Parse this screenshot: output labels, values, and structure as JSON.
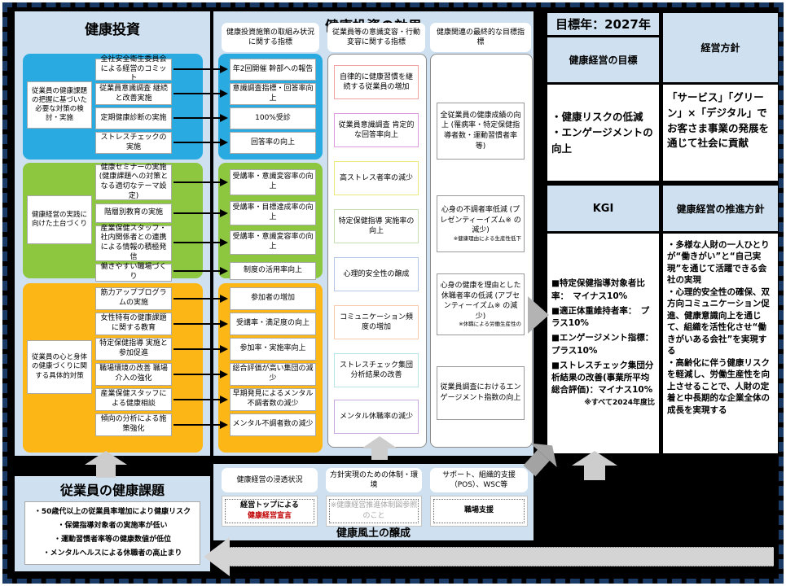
{
  "colors": {
    "panel_bg": "#cfe1f0",
    "group_blue": "#29abe2",
    "group_green": "#8dc63f",
    "group_orange": "#fcb615",
    "frame_dash": "#1a3a66",
    "declaration_red": "#c00000",
    "muted_gray": "#a6a6a6",
    "arrow_gray": "#cdcdcd",
    "col_b_borders": [
      "#f2a2a0",
      "#dd99dd",
      "#ece87a",
      "#c6e0b4",
      "#b4c7e7",
      "#f8cbad",
      "#b7e6e6",
      "#c9a8e0"
    ]
  },
  "left": {
    "title": "健康投資",
    "groups": [
      {
        "label": "従業員の健康課題の把握に基づいた必要な対策の検討・実施",
        "items": [
          "全社安全衛生委員会による経営のコミット",
          "従業員意識調査 継続と改善実施",
          "定期健康診断の実施",
          "ストレスチェックの実施"
        ]
      },
      {
        "label": "健康経営の実践に向けた土台づくり",
        "items": [
          "健康セミナーの実施(健康課題への対策となる適切なテーマ設定)",
          "階層別教育の実施",
          "産業保健スタッフ・社内関係者との連携による情報の積極発信",
          "働きやすい職場づくり"
        ]
      },
      {
        "label": "従業員の心と身体の健康づくりに関する具体的対策",
        "items": [
          "筋力アッププログラムの実施",
          "女性特有の健康課題に関する教育",
          "特定保健指導 実施と参加促進",
          "職場環境の改善 職場介入の強化",
          "産業保健スタッフによる健康相談",
          "傾向の分析による施策強化"
        ]
      }
    ]
  },
  "effects": {
    "title": "健康投資の効果",
    "col_a": {
      "header": "健康投資施策の取組み状況に関する指標",
      "blue_items": [
        "年2回開催 幹部への報告",
        "意識調査指標・回答率向上",
        "100%受診",
        "回答率の向上"
      ],
      "green_items": [
        "受講率・意識変容率の向上",
        "受講率・目標達成率の向上",
        "受講率・意識変容率の向上",
        "制度の活用率向上"
      ],
      "orange_items": [
        "参加者の増加",
        "受講率・満足度の向上",
        "参加率・実施率向上",
        "総合評価が高い集団の減少",
        "早期発見によるメンタル不調者数の減少",
        "メンタル不調者数の減少"
      ]
    },
    "col_b": {
      "header": "従業員等の意識変容・行動変容に関する指標",
      "items": [
        {
          "text": "自律的に健康習慣を継続する従業員の増加",
          "border": "#f2a2a0"
        },
        {
          "text": "従業員意識調査 肯定的な回答率向上",
          "border": "#dd99dd"
        },
        {
          "text": "高ストレス者率の減少",
          "border": "#ece87a"
        },
        {
          "text": "特定保健指導 実施率の向上",
          "border": "#c6e0b4"
        },
        {
          "text": "心理的安全性の醸成",
          "border": "#b4c7e7"
        },
        {
          "text": "コミュニケーション頻度の増加",
          "border": "#f8cbad"
        },
        {
          "text": "ストレスチェック集団 分析結果の改善",
          "border": "#b7e6e6"
        },
        {
          "text": "メンタル休職率の減少",
          "border": "#c9a8e0"
        }
      ]
    },
    "col_c": {
      "header": "健康関連の最終的な目標指標",
      "items": [
        {
          "text": "全従業員の健康成績の向上 (罹病率・特定保健指導者数・運動習慣者率等)",
          "note": ""
        },
        {
          "text": "心身の不調者率低減 (プレゼンティーイズム※ の減少)",
          "note": "※健康理由による生産性低下"
        },
        {
          "text": "心身の健康を理由とした休職者率の低減 (アブセンティーイズム※ の減少)",
          "note": "※休職による労働生産性の"
        },
        {
          "text": "従業員調査におけるエンゲージメント指数の向上",
          "note": ""
        }
      ]
    }
  },
  "right": {
    "target_year": "目標年：2027年",
    "goal_header": "健康経営の目標",
    "policy_header": "経営方針",
    "goal_lines": [
      "・健康リスクの低減",
      "・エンゲージメントの向上"
    ],
    "policy_text": "「サービス」「グリーン」×「デジタル」でお客さま事業の発展を通じて社会に貢献",
    "kgi_header": "KGI",
    "promotion_header": "健康経営の推進方針",
    "kgi_items": [
      "■特定保健指導対象者比率：　マイナス10%",
      "■適正体重維持者率：　プラス10%",
      "■エンゲージメント指標：　プラス10%",
      "■ストレスチェック集団分析結果の改善(事業所平均総合評価)：マイナス10%"
    ],
    "kgi_note": "※すべて2024年度比",
    "promotion_items": [
      "・多様な人財の一人ひとりが“働きがい”と“自己実現”を通じて活躍できる会社の実現",
      "・心理的安全性の確保、双方向コミュニケーション促進、健康意識向上を通じて、組織を活性化させ“働きがいある会社”を実現する",
      "・高齢化に伴う健康リスクを軽減し、労働生産性を向上させることで、人財の定着と中長期的な企業全体の成長を実現する"
    ]
  },
  "bottom_left": {
    "title": "従業員の健康課題",
    "items": [
      "・50歳代以上の従業員率増加により健康リスク",
      "・保健指導対象者の実施率が低い",
      "・運動習慣者率等の健康数値が低位",
      "・メンタルヘルスによる休職者の高止まり"
    ]
  },
  "bottom_middle": {
    "columns": [
      {
        "header": "健康経営の浸透状況",
        "line1": "経営トップによる",
        "line2": "健康経営宣言"
      },
      {
        "header": "方針実現のための体制・環境",
        "text": "※健康経営推進体制図参照のこと"
      },
      {
        "header": "サポート、組織的支援（POS）、WSC等",
        "text": "職場支援"
      }
    ],
    "footer": "健康風土の醸成"
  }
}
